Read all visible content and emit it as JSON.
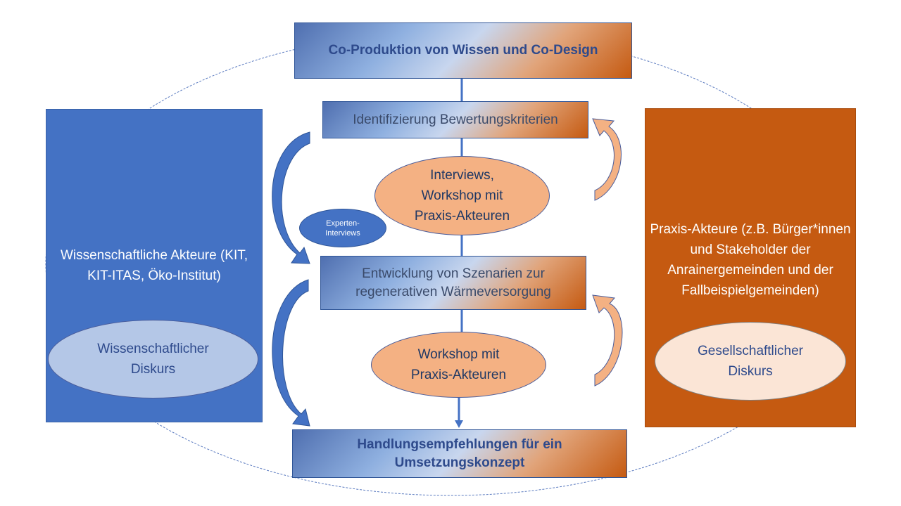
{
  "diagram": {
    "top_box": "Co-Produktion von Wissen und Co-Design",
    "step1": "Identifizierung Bewertungskriterien",
    "method1": "Interviews, Workshop mit Praxis-Akteuren",
    "expert": "Experten-Interviews",
    "step2": "Entwicklung von Szenarien zur regenerativen Wärmeversorgung",
    "method2": "Workshop mit Praxis-Akteuren",
    "bottom_box": "Handlungsempfehlungen für ein Umsetzungskonzept",
    "left_panel": "Wissenschaftliche Akteure (KIT, KIT-ITAS, Öko-Institut)",
    "left_oval": "Wissenschaftlicher Diskurs",
    "right_panel": "Praxis-Akteure (z.B. Bürger*innen und Stakeholder der Anrainergemeinden und der Fallbeispielgemeinden)",
    "right_oval": "Gesellschaftlicher Diskurs"
  },
  "colors": {
    "blue": "#4472c4",
    "orange": "#c55a11",
    "light_orange": "#f4b183",
    "light_blue": "#b4c7e7",
    "peach": "#fbe5d6",
    "connector": "#4472c4",
    "text_dark_blue": "#2e4a8c"
  }
}
